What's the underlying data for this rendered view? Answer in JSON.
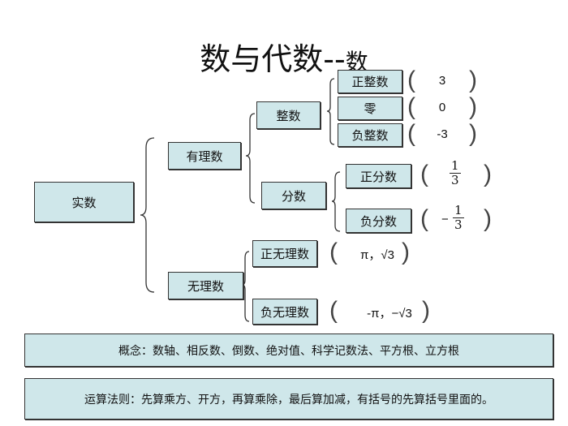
{
  "title": {
    "main": "数与代数--",
    "suffix": "数"
  },
  "nodes": {
    "real": "实数",
    "rational": "有理数",
    "irrational": "无理数",
    "integer": "整数",
    "fraction": "分数",
    "pos_int": "正整数",
    "zero": "零",
    "neg_int": "负整数",
    "pos_frac": "正分数",
    "neg_frac": "负分数",
    "pos_irr": "正无理数",
    "neg_irr": "负无理数"
  },
  "examples": {
    "pos_int": "3",
    "zero": "0",
    "neg_int": "-3",
    "pos_frac": {
      "num": "1",
      "den": "3"
    },
    "neg_frac": {
      "sign": "−",
      "num": "1",
      "den": "3"
    },
    "pos_irr": "π，√3",
    "neg_irr": "-π，−√3"
  },
  "concepts": "概念：数轴、相反数、倒数、绝对值、科学记数法、平方根、立方根",
  "rules": "运算法则：先算乘方、开方，再算乘除，最后算加减，有括号的先算括号里面的。"
}
